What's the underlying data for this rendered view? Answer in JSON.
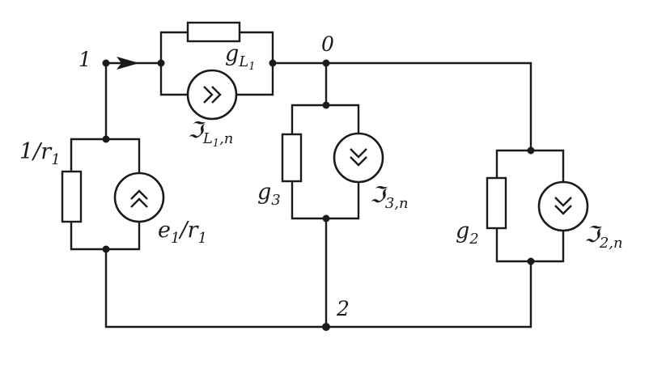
{
  "diagram": {
    "nodes": {
      "n1": "1",
      "n0": "0",
      "n2": "2"
    },
    "labels": {
      "gL1": {
        "main": "g",
        "sub": "L",
        "subsub": "1"
      },
      "jL1n": {
        "main": "ℑ",
        "sub": "L",
        "subsub": "1",
        "tail": ",n"
      },
      "r1": {
        "pre": "1/",
        "main": "r",
        "sub": "1"
      },
      "e1r1": {
        "main": "e",
        "sub": "1",
        "mid": "/",
        "main2": "r",
        "sub2": "1"
      },
      "g3": {
        "main": "g",
        "sub": "3"
      },
      "j3n": {
        "main": "ℑ",
        "sub": "3,n"
      },
      "g2": {
        "main": "g",
        "sub": "2"
      },
      "j2n": {
        "main": "ℑ",
        "sub": "2,n"
      }
    }
  }
}
